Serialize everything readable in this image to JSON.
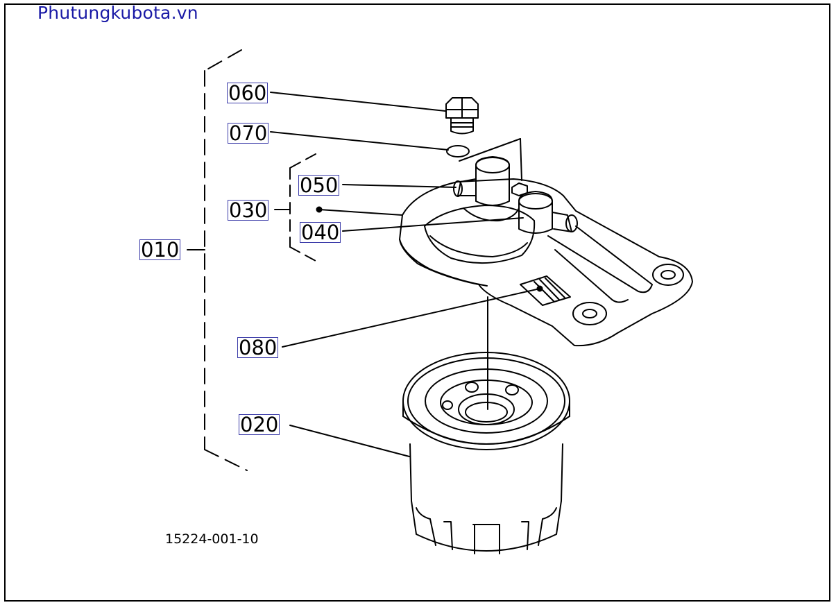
{
  "watermark": "Phutungkubota.vn",
  "figure_code": "15224-001-10",
  "callouts": [
    {
      "id": "c010",
      "label": "010"
    },
    {
      "id": "c020",
      "label": "020"
    },
    {
      "id": "c030",
      "label": "030"
    },
    {
      "id": "c040",
      "label": "040"
    },
    {
      "id": "c050",
      "label": "050"
    },
    {
      "id": "c060",
      "label": "060"
    },
    {
      "id": "c070",
      "label": "070"
    },
    {
      "id": "c080",
      "label": "080"
    }
  ],
  "colors": {
    "watermark": "#1a1aa6",
    "callout_border": "#3a3aa8",
    "line": "#000000"
  }
}
